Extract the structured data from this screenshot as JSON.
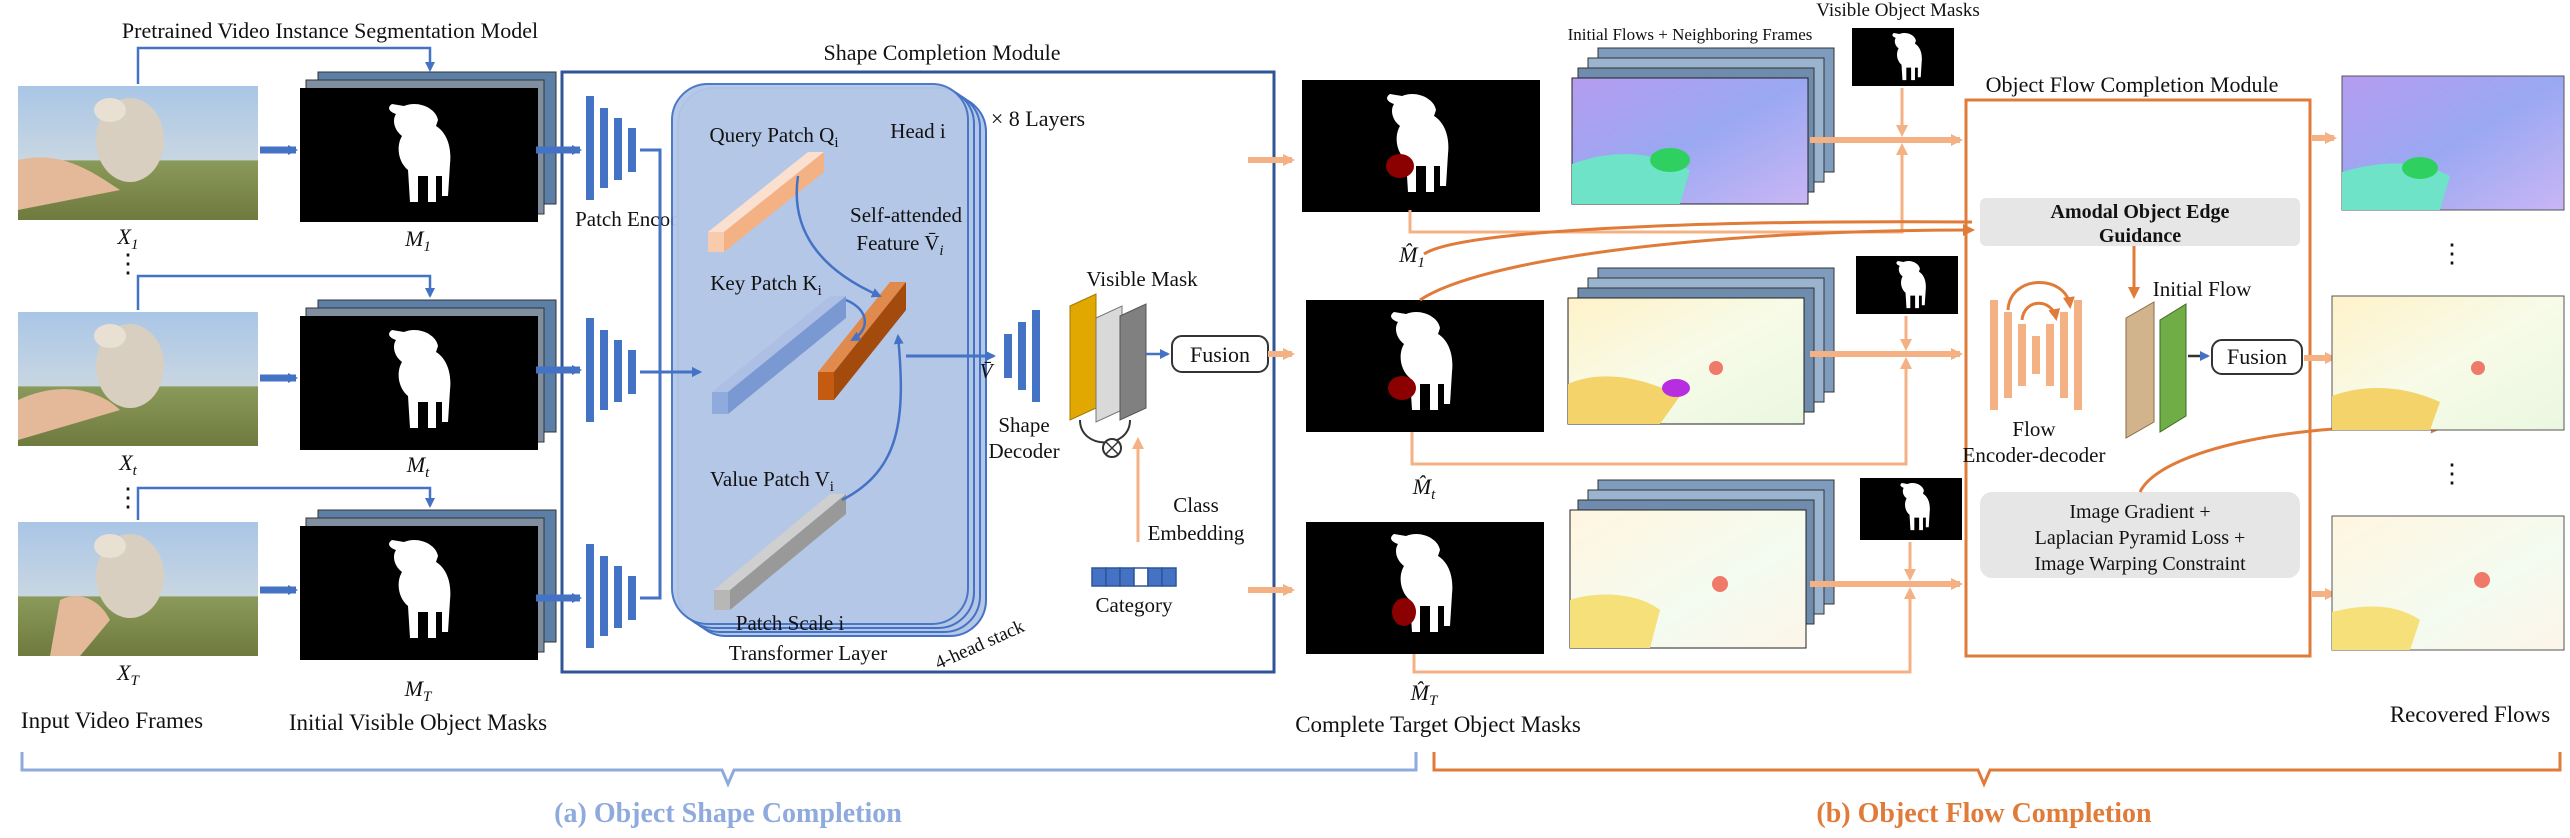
{
  "labels": {
    "pretrained_model": "Pretrained Video Instance Segmentation Model",
    "shape_module": "Shape Completion Module",
    "x1": "X",
    "x1_sub": "1",
    "xt": "X",
    "xt_sub": "t",
    "xT": "X",
    "xT_sub": "T",
    "m1": "M",
    "m1_sub": "1",
    "mt": "M",
    "mt_sub": "t",
    "mT": "M",
    "mT_sub": "T",
    "input_frames": "Input Video Frames",
    "initial_masks": "Initial Visible Object Masks",
    "patch_encoder": "Patch Encoder",
    "query_patch": "Query Patch Q",
    "query_sub": "i",
    "key_patch": "Key Patch K",
    "key_sub": "i",
    "value_patch": "Value Patch V",
    "value_sub": "i",
    "head_i": "Head i",
    "layers": "× 8 Layers",
    "self_attended_1": "Self-attended",
    "self_attended_2": "Feature V̄",
    "self_attended_sub": "i",
    "patch_scale": "Patch Scale i",
    "transformer_layer": "Transformer  Layer",
    "head_stack": "4-head stack",
    "v_bar": "V̄",
    "shape_decoder_1": "Shape",
    "shape_decoder_2": "Decoder",
    "visible_mask": "Visible Mask",
    "fusion": "Fusion",
    "class_embedding_1": "Class",
    "class_embedding_2": "Embedding",
    "category": "Category",
    "mhat1": "M̂",
    "mhat1_sub": "1",
    "mhatt": "M̂",
    "mhatt_sub": "t",
    "mhatT": "M̂",
    "mhatT_sub": "T",
    "complete_masks": "Complete Target Object Masks",
    "initial_flows": "Initial Flows + Neighboring Frames",
    "visible_object_masks": "Visible Object Masks",
    "flow_module": "Object Flow Completion Module",
    "amodal_1": "Amodal Object Edge",
    "amodal_2": "Guidance",
    "initial_flow": "Initial Flow",
    "flow_ed_1": "Flow",
    "flow_ed_2": "Encoder-decoder",
    "fusion2": "Fusion",
    "loss_1": "Image Gradient +",
    "loss_2": "Laplacian Pyramid Loss +",
    "loss_3": "Image Warping Constraint",
    "recovered_flows": "Recovered Flows",
    "section_a": "(a) Object Shape Completion",
    "section_b": "(b) Object Flow Completion",
    "ellipsis": "⋮"
  },
  "colors": {
    "blue": "#4472c4",
    "light_blue": "#8faadc",
    "orange": "#e07b39",
    "light_orange": "#f4b183",
    "query": "#f8cbad",
    "key": "#8faadc",
    "value": "#a6a6a6",
    "feature": "#c55a11",
    "yellow": "#e0a800",
    "green": "#70ad47"
  }
}
